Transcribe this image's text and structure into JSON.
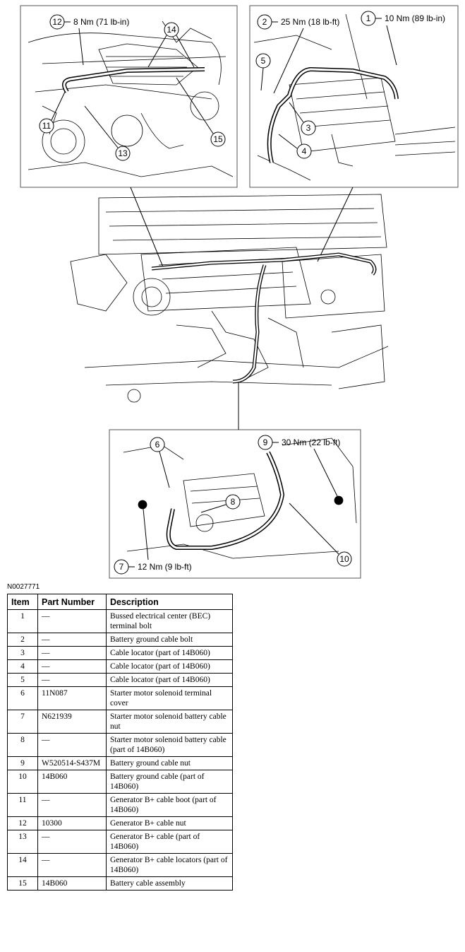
{
  "figure": {
    "id": "N0027771",
    "callouts": [
      {
        "num": "12",
        "torque": "8 Nm (71 lb-in)"
      },
      {
        "num": "14",
        "torque": ""
      },
      {
        "num": "11",
        "torque": ""
      },
      {
        "num": "13",
        "torque": ""
      },
      {
        "num": "15",
        "torque": ""
      },
      {
        "num": "2",
        "torque": "25 Nm (18 lb-ft)"
      },
      {
        "num": "1",
        "torque": "10 Nm (89 lb-in)"
      },
      {
        "num": "5",
        "torque": ""
      },
      {
        "num": "3",
        "torque": ""
      },
      {
        "num": "4",
        "torque": ""
      },
      {
        "num": "6",
        "torque": ""
      },
      {
        "num": "9",
        "torque": "30 Nm (22 lb-ft)"
      },
      {
        "num": "8",
        "torque": ""
      },
      {
        "num": "7",
        "torque": "12 Nm (9 lb-ft)"
      },
      {
        "num": "10",
        "torque": ""
      }
    ]
  },
  "table": {
    "headers": [
      "Item",
      "Part Number",
      "Description"
    ],
    "rows": [
      {
        "item": "1",
        "part": "—",
        "desc": "Bussed electrical center (BEC) terminal bolt"
      },
      {
        "item": "2",
        "part": "—",
        "desc": "Battery ground cable bolt"
      },
      {
        "item": "3",
        "part": "—",
        "desc": "Cable locator (part of 14B060)"
      },
      {
        "item": "4",
        "part": "—",
        "desc": "Cable locator (part of 14B060)"
      },
      {
        "item": "5",
        "part": "—",
        "desc": "Cable locator (part of 14B060)"
      },
      {
        "item": "6",
        "part": "11N087",
        "desc": "Starter motor solenoid terminal cover"
      },
      {
        "item": "7",
        "part": "N621939",
        "desc": "Starter motor solenoid battery cable nut"
      },
      {
        "item": "8",
        "part": "—",
        "desc": "Starter motor solenoid battery cable (part of 14B060)"
      },
      {
        "item": "9",
        "part": "W520514-S437M",
        "desc": "Battery ground cable nut"
      },
      {
        "item": "10",
        "part": "14B060",
        "desc": "Battery ground cable (part of 14B060)"
      },
      {
        "item": "11",
        "part": "—",
        "desc": "Generator B+ cable boot (part of 14B060)"
      },
      {
        "item": "12",
        "part": "10300",
        "desc": "Generator B+ cable nut"
      },
      {
        "item": "13",
        "part": "—",
        "desc": "Generator B+ cable (part of 14B060)"
      },
      {
        "item": "14",
        "part": "—",
        "desc": "Generator B+ cable locators (part of 14B060)"
      },
      {
        "item": "15",
        "part": "14B060",
        "desc": "Battery cable assembly"
      }
    ]
  }
}
